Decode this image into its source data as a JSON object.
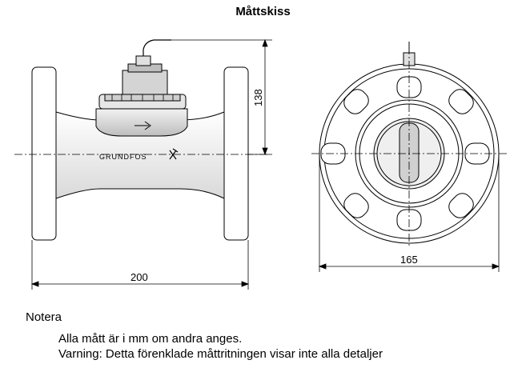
{
  "title": "Måttskiss",
  "dimensions": {
    "length": "200",
    "height": "138",
    "diameter": "165"
  },
  "brand": "GRUNDFOS",
  "notes": {
    "heading": "Notera",
    "lines": [
      "Alla mått är i mm om andra anges.",
      "Varning: Detta förenklade måttritningen visar inte alla detaljer"
    ]
  }
}
